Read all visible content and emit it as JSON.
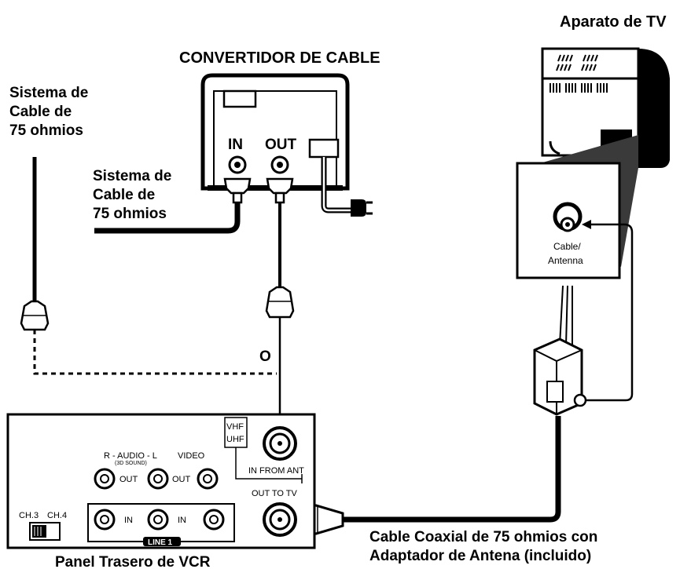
{
  "labels": {
    "tv_title": "Aparato de TV",
    "converter_title": "CONVERTIDOR DE CABLE",
    "cable_system_left": [
      "Sistema de",
      "Cable de",
      "75 ohmios"
    ],
    "cable_system_mid": [
      "Sistema de",
      "Cable de",
      "75 ohmios"
    ],
    "converter_in": "IN",
    "converter_out": "OUT",
    "or_label": "O",
    "vcr_title": "Panel Trasero de VCR",
    "coax_caption": [
      "Cable Coaxial de 75 ohmios con",
      "Adaptador de Antena (incluido)"
    ],
    "tv_antenna_jack": [
      "Cable/",
      "Antenna"
    ]
  },
  "vcr_panel": {
    "vhf": "VHF",
    "uhf": "UHF",
    "in_from_ant": "IN FROM ANT",
    "out_to_tv": "OUT TO TV",
    "audio_label": "R - AUDIO - L",
    "sound_label": "(3D SOUND)",
    "video_label": "VIDEO",
    "out_1": "OUT",
    "out_2": "OUT",
    "in_1": "IN",
    "in_2": "IN",
    "line_badge": "LINE 1",
    "ch3": "CH.3",
    "ch4": "CH.4"
  }
}
